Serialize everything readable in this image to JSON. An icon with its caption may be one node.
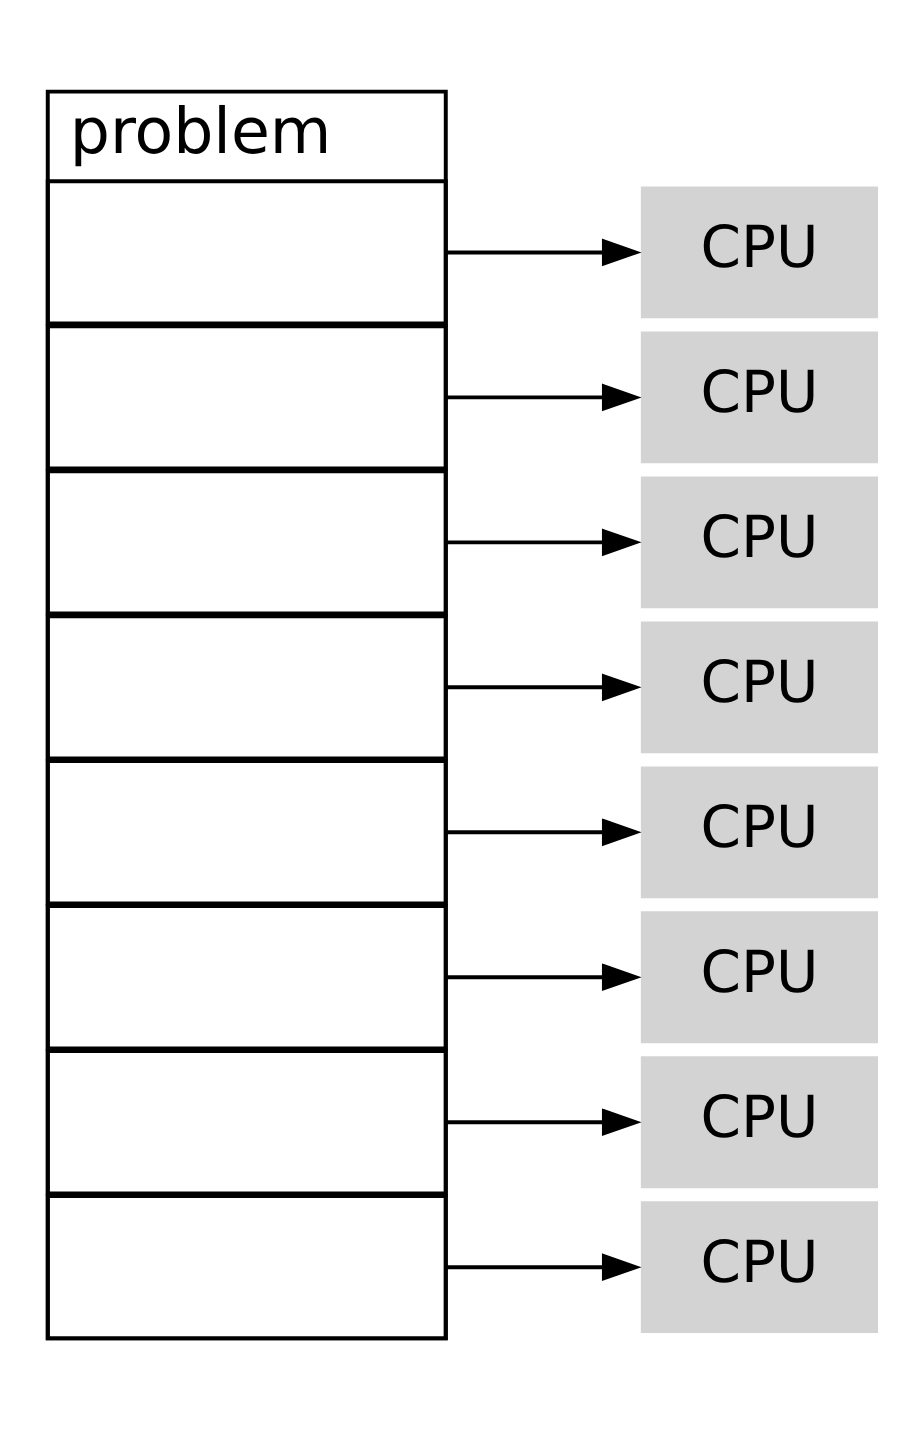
{
  "diagram": {
    "nodes": [
      {
        "text": [
          "problem"
        ]
      },
      {
        "text": [],
        "shape": "box",
        "in": 0
      },
      {
        "text": [],
        "shape": "box",
        "in": 0
      },
      {
        "text": [],
        "shape": "box",
        "in": 0
      },
      {
        "text": [],
        "shape": "box",
        "in": 0
      },
      {
        "text": [],
        "shape": "box",
        "in": 0
      },
      {
        "text": [],
        "shape": "box",
        "in": 0
      },
      {
        "text": [],
        "shape": "box",
        "in": 0
      },
      {
        "text": [],
        "shape": "box",
        "in": 0
      },
      {
        "text": [
          "CPU"
        ]
      },
      {
        "text": [
          "CPU"
        ]
      },
      {
        "text": [
          "CPU"
        ]
      },
      {
        "text": [
          "CPU"
        ]
      },
      {
        "text": [
          "CPU"
        ]
      },
      {
        "text": [
          "CPU"
        ]
      },
      {
        "text": [
          "CPU"
        ]
      },
      {
        "text": [
          "CPU"
        ]
      }
    ],
    "edges": [
      {
        "from": 1,
        "to": 9,
        "arrow": "to"
      },
      {
        "from": 2,
        "to": 10,
        "arrow": "to"
      },
      {
        "from": 3,
        "to": 11,
        "arrow": "to"
      },
      {
        "from": 4,
        "to": 12,
        "arrow": "to"
      },
      {
        "from": 5,
        "to": 13,
        "arrow": "to"
      },
      {
        "from": 6,
        "to": 14,
        "arrow": "to"
      },
      {
        "from": 7,
        "to": 15,
        "arrow": "to"
      },
      {
        "from": 8,
        "to": 16,
        "arrow": "to"
      }
    ]
  }
}
